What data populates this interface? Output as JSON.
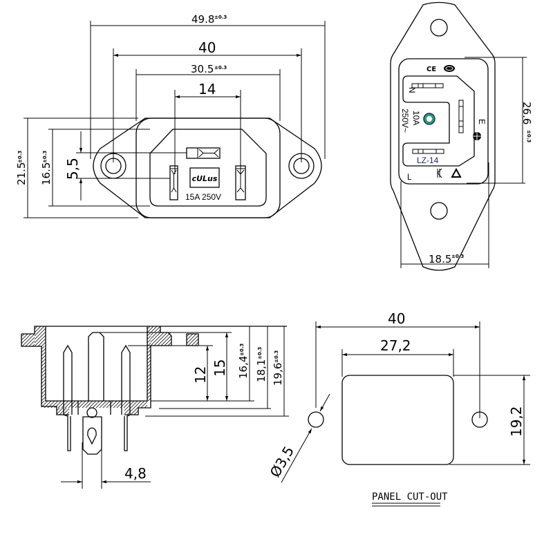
{
  "front_view": {
    "dims": {
      "overall_width": "49.8",
      "hole_pitch": "40",
      "body_width": "30.5",
      "pin_pitch": "14",
      "overall_height": "21.5",
      "body_height": "16.5",
      "pin_offset": "5,5"
    },
    "tolerance": "±0.3",
    "cert_mark": "cULus",
    "rating": "15A 250V"
  },
  "rear_view": {
    "dims": {
      "height": "26.6",
      "width": "18.5"
    },
    "tolerance": "±0.3",
    "marks": {
      "neutral": "N",
      "earth": "E",
      "live": "L",
      "current": "10A",
      "voltage": "250V~",
      "model": "LZ-14",
      "ce": "CE"
    }
  },
  "side_view": {
    "dims": {
      "d12": "12",
      "d15": "15",
      "d16_4": "16,4",
      "d18_1": "18,1",
      "d19_6": "19,6",
      "terminal_width": "4,8"
    },
    "tolerance": "±0.3"
  },
  "panel_cutout": {
    "title": "PANEL CUT-OUT",
    "dims": {
      "hole_pitch": "40",
      "width": "27,2",
      "height": "19,2",
      "hole_diameter": "Ø3,5"
    }
  }
}
